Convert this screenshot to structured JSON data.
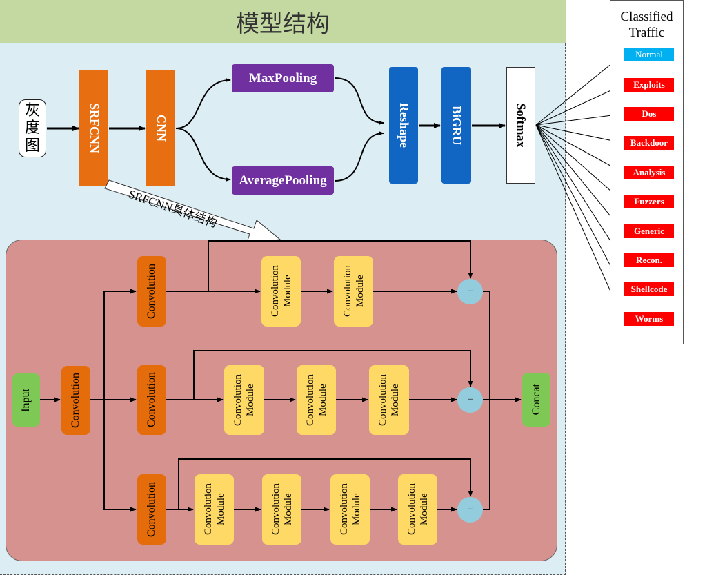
{
  "title": "模型结构",
  "top_flow": {
    "input": "灰度图",
    "srfcnn": "SRFCNN",
    "cnn": "CNN",
    "maxpool": "MaxPooling",
    "avgpool": "AveragePooling",
    "reshape": "Reshape",
    "bigru": "BiGRU",
    "softmax": "Softmax",
    "callout": "SRFCNN具体结构"
  },
  "legend": {
    "title_line1": "Classified",
    "title_line2": "Traffic",
    "classes": [
      {
        "label": "Normal",
        "color": "#00b0f0"
      },
      {
        "label": "Exploits",
        "color": "#ff0000"
      },
      {
        "label": "Dos",
        "color": "#ff0000"
      },
      {
        "label": "Backdoor",
        "color": "#ff0000"
      },
      {
        "label": "Analysis",
        "color": "#ff0000"
      },
      {
        "label": "Fuzzers",
        "color": "#ff0000"
      },
      {
        "label": "Generic",
        "color": "#ff0000"
      },
      {
        "label": "Recon.",
        "color": "#ff0000"
      },
      {
        "label": "Shellcode",
        "color": "#ff0000"
      },
      {
        "label": "Worms",
        "color": "#ff0000"
      }
    ]
  },
  "detail": {
    "input": "Input",
    "convolution": "Convolution",
    "module_line1": "Convolution",
    "module_line2": "Module",
    "plus": "+",
    "concat": "Concat"
  },
  "colors": {
    "header": "#c4d8a1",
    "background": "#dcedf4",
    "detail_panel": "#d5928e",
    "orange": "#e76f12",
    "purple": "#7030a0",
    "blue": "#1266c3",
    "module": "#ffd966",
    "green": "#7ec955",
    "circle": "#93cddd"
  }
}
